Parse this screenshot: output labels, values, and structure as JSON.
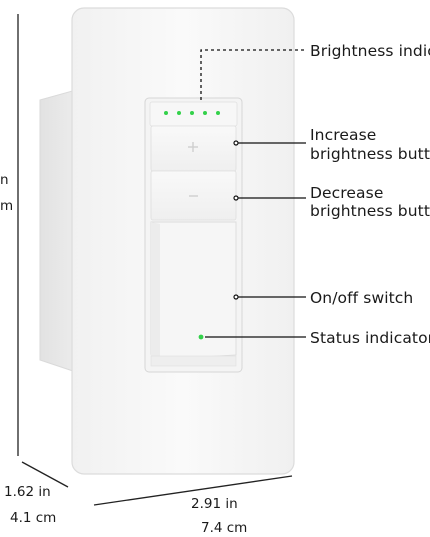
{
  "callouts": {
    "brightness_indicator": "Brightness indic",
    "increase_line1": "Increase",
    "increase_line2": "brightness butt",
    "decrease_line1": "Decrease",
    "decrease_line2": "brightness butt",
    "onoff": "On/off switch",
    "status": "Status indicator"
  },
  "dimensions": {
    "height_in": "n",
    "height_cm": "m",
    "depth_in": "1.62 in",
    "depth_cm": "4.1 cm",
    "width_in": "2.91 in",
    "width_cm": "7.4 cm"
  },
  "colors": {
    "led_green": "#33d14a",
    "line": "#111111",
    "plate": "#f7f7f7",
    "plate_edge": "#dedede"
  },
  "brightness_leds_lit": 5
}
